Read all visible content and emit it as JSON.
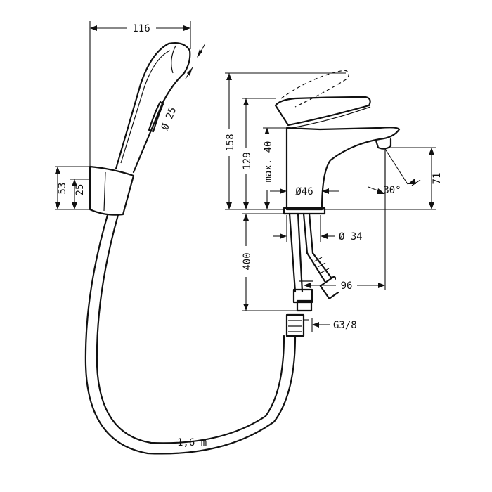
{
  "diagram": {
    "dimensions": {
      "spray_width": "116",
      "spray_head_diameter": "Ø 25",
      "holder_height": "53",
      "holder_inner": "25",
      "overall_height": "158",
      "spout_height": "129",
      "max_clearance": "max. 40",
      "base_diameter": "Ø46",
      "hole_diameter": "Ø 34",
      "spout_outlet_height": "71",
      "spout_angle": "30°",
      "hose_length_under": "400",
      "spout_reach": "96",
      "thread": "G3/8",
      "spray_hose_length": "1,6 m"
    }
  }
}
